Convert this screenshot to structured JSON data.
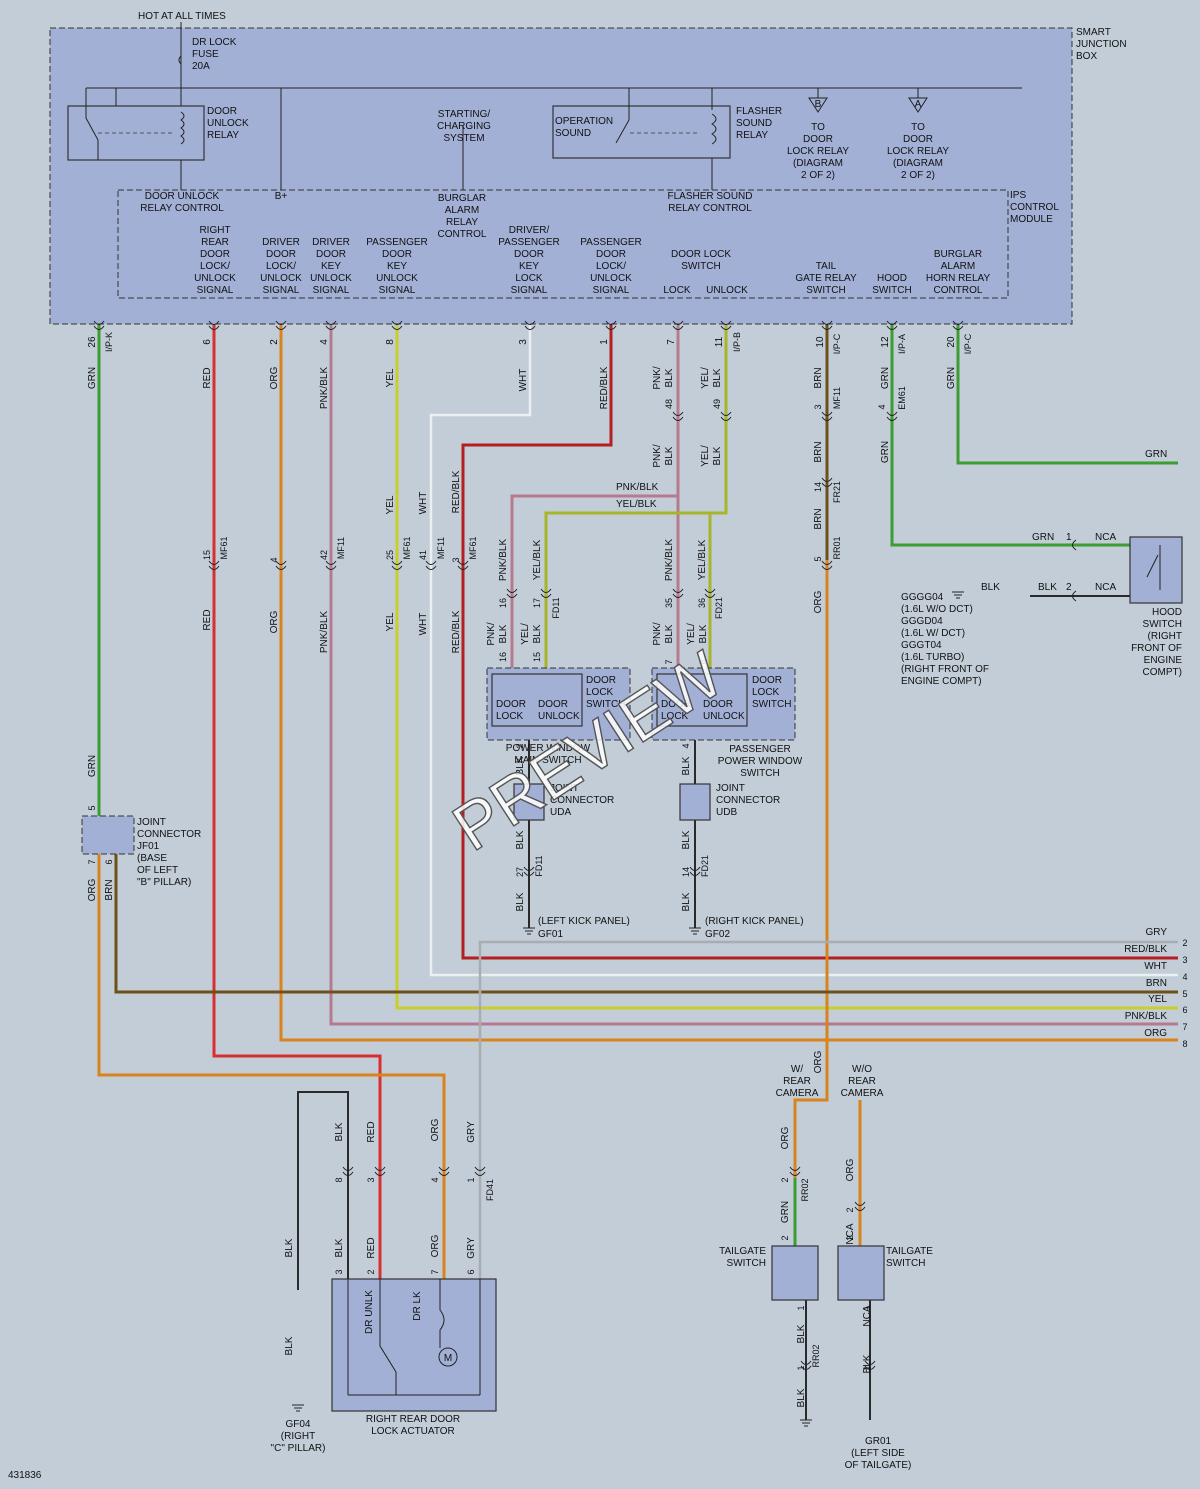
{
  "colors": {
    "GRN": "#3c9d32",
    "RED": "#d83030",
    "ORG": "#d9831c",
    "PNKBLK": "#b57a8e",
    "YEL": "#c9cf2a",
    "WHT": "#eceff2",
    "REDBLK": "#b42020",
    "YELBLK": "#a7b52a",
    "BRN": "#6e5019",
    "BLK": "#2a2a2a",
    "GRY": "#a9adb2"
  },
  "header": {
    "hot": "HOT AT ALL TIMES",
    "fuse": [
      "DR LOCK",
      "FUSE",
      "20A"
    ],
    "sjb": [
      "SMART",
      "JUNCTION",
      "BOX"
    ],
    "unlock_relay": [
      "DOOR",
      "UNLOCK",
      "RELAY"
    ],
    "starting": [
      "STARTING/",
      "CHARGING",
      "SYSTEM"
    ],
    "op_sound": [
      "OPERATION",
      "SOUND"
    ],
    "flasher": [
      "FLASHER",
      "SOUND",
      "RELAY"
    ],
    "conn_b": "B",
    "conn_a": "A",
    "to_relay": [
      "TO",
      "DOOR",
      "LOCK RELAY",
      "(DIAGRAM",
      "2 OF 2)"
    ]
  },
  "ips": {
    "label": [
      "IPS",
      "CONTROL",
      "MODULE"
    ],
    "top": {
      "unlock_ctrl": [
        "DOOR UNLOCK",
        "RELAY CONTROL"
      ],
      "bplus": "B+",
      "burglar": [
        "BURGLAR",
        "ALARM",
        "RELAY",
        "CONTROL"
      ],
      "flasher_ctrl": [
        "FLASHER SOUND",
        "RELAY CONTROL"
      ]
    },
    "signals": [
      [
        "RIGHT",
        "REAR",
        "DOOR",
        "LOCK/",
        "UNLOCK",
        "SIGNAL"
      ],
      [
        "DRIVER",
        "DOOR",
        "LOCK/",
        "UNLOCK",
        "SIGNAL"
      ],
      [
        "DRIVER",
        "DOOR",
        "KEY",
        "UNLOCK",
        "SIGNAL"
      ],
      [
        "PASSENGER",
        "DOOR",
        "KEY",
        "UNLOCK",
        "SIGNAL"
      ],
      [
        "DRIVER/",
        "PASSENGER",
        "DOOR",
        "KEY",
        "LOCK",
        "SIGNAL"
      ],
      [
        "PASSENGER",
        "DOOR",
        "LOCK/",
        "UNLOCK",
        "SIGNAL"
      ],
      [
        "DOOR LOCK",
        "SWITCH"
      ],
      [
        "TAIL",
        "GATE RELAY",
        "SWITCH"
      ],
      [
        "HOOD",
        "SWITCH"
      ],
      [
        "BURGLAR",
        "ALARM",
        "HORN RELAY",
        "CONTROL"
      ]
    ],
    "lock": "LOCK",
    "unlock": "UNLOCK"
  },
  "pins": [
    "26",
    "6",
    "2",
    "4",
    "8",
    "3",
    "1",
    "7",
    "11",
    "10",
    "12",
    "20"
  ],
  "conn": {
    "ipk": "I/P-K",
    "ipb": "I/P-B",
    "ipc": "I/P-C",
    "ipa": "I/P-A",
    "mf61": "MF61",
    "mf11": "MF11",
    "em61": "EM61",
    "fr21": "FR21",
    "rr01": "RR01",
    "fd11": "FD11",
    "fd21": "FD21",
    "fd41": "FD41",
    "rr02": "RR02"
  },
  "wires": {
    "grn": "GRN",
    "red": "RED",
    "org": "ORG",
    "pnkblk": "PNK/BLK",
    "yel": "YEL",
    "wht": "WHT",
    "redblk": "RED/BLK",
    "pnk": "PNK/",
    "blk_": "BLK",
    "yel_": "YEL/",
    "yelblk": "YEL/BLK",
    "brn": "BRN",
    "blk": "BLK",
    "gry": "GRY",
    "nca": "NCA"
  },
  "pinnums": {
    "p48": "48",
    "p49": "49",
    "p3": "3",
    "p4": "4",
    "p14": "14",
    "p5": "5",
    "p15": "15",
    "p42": "42",
    "p25": "25",
    "p41": "41",
    "p16": "16",
    "p17": "17",
    "p35": "35",
    "p36": "36",
    "p2": "2",
    "p27": "27",
    "p7": "7",
    "p6": "6",
    "p8": "8",
    "p1": "1"
  },
  "hood": {
    "ground": [
      "GGGG04",
      "(1.6L W/O DCT)",
      "GGGD04",
      "(1.6L W/ DCT)",
      "GGGT04",
      "(1.6L TURBO)",
      "(RIGHT FRONT OF",
      "ENGINE COMPT)"
    ],
    "label": [
      "HOOD",
      "SWITCH",
      "(RIGHT",
      "FRONT OF",
      "ENGINE",
      "COMPT)"
    ]
  },
  "dls": {
    "door_lock": [
      "DOOR",
      "LOCK"
    ],
    "door_unlock": [
      "DOOR",
      "UNLOCK"
    ],
    "dl_switch": [
      "DOOR",
      "LOCK",
      "SWITCH"
    ],
    "pwm": [
      "POWER WINDOW",
      "MAIN SWITCH"
    ],
    "ppw": [
      "PASSENGER",
      "POWER WINDOW",
      "SWITCH"
    ]
  },
  "joint": {
    "uda": [
      "JOINT",
      "CONNECTOR",
      "UDA"
    ],
    "udb": [
      "JOINT",
      "CONNECTOR",
      "UDB"
    ],
    "jf01": [
      "JOINT",
      "CONNECTOR",
      "JF01",
      "(BASE",
      "OF LEFT",
      "\"B\" PILLAR)"
    ]
  },
  "grounds": {
    "gf01": "GF01",
    "lkp": "(LEFT KICK PANEL)",
    "gf02": "GF02",
    "rkp": "(RIGHT KICK PANEL)",
    "gf04": [
      "GF04",
      "(RIGHT",
      "\"C\" PILLAR)"
    ],
    "gr01": [
      "GR01",
      "(LEFT SIDE",
      "OF TAILGATE)"
    ]
  },
  "right_list": [
    {
      "label": "GRY",
      "num": "2"
    },
    {
      "label": "RED/BLK",
      "num": "3"
    },
    {
      "label": "WHT",
      "num": "4"
    },
    {
      "label": "BRN",
      "num": "5"
    },
    {
      "label": "YEL",
      "num": "6"
    },
    {
      "label": "PNK/BLK",
      "num": "7"
    },
    {
      "label": "ORG",
      "num": "8"
    }
  ],
  "actuator": {
    "label": [
      "RIGHT REAR DOOR",
      "LOCK ACTUATOR"
    ],
    "unlk": "DR UNLK",
    "lk": "DR LK",
    "motor": "M"
  },
  "tailgate": {
    "with": [
      "W/",
      "REAR",
      "CAMERA"
    ],
    "without": [
      "W/O",
      "REAR",
      "CAMERA"
    ],
    "switch": [
      "TAILGATE",
      "SWITCH"
    ]
  },
  "watermark": "PREVIEW",
  "diagram_id": "431836"
}
